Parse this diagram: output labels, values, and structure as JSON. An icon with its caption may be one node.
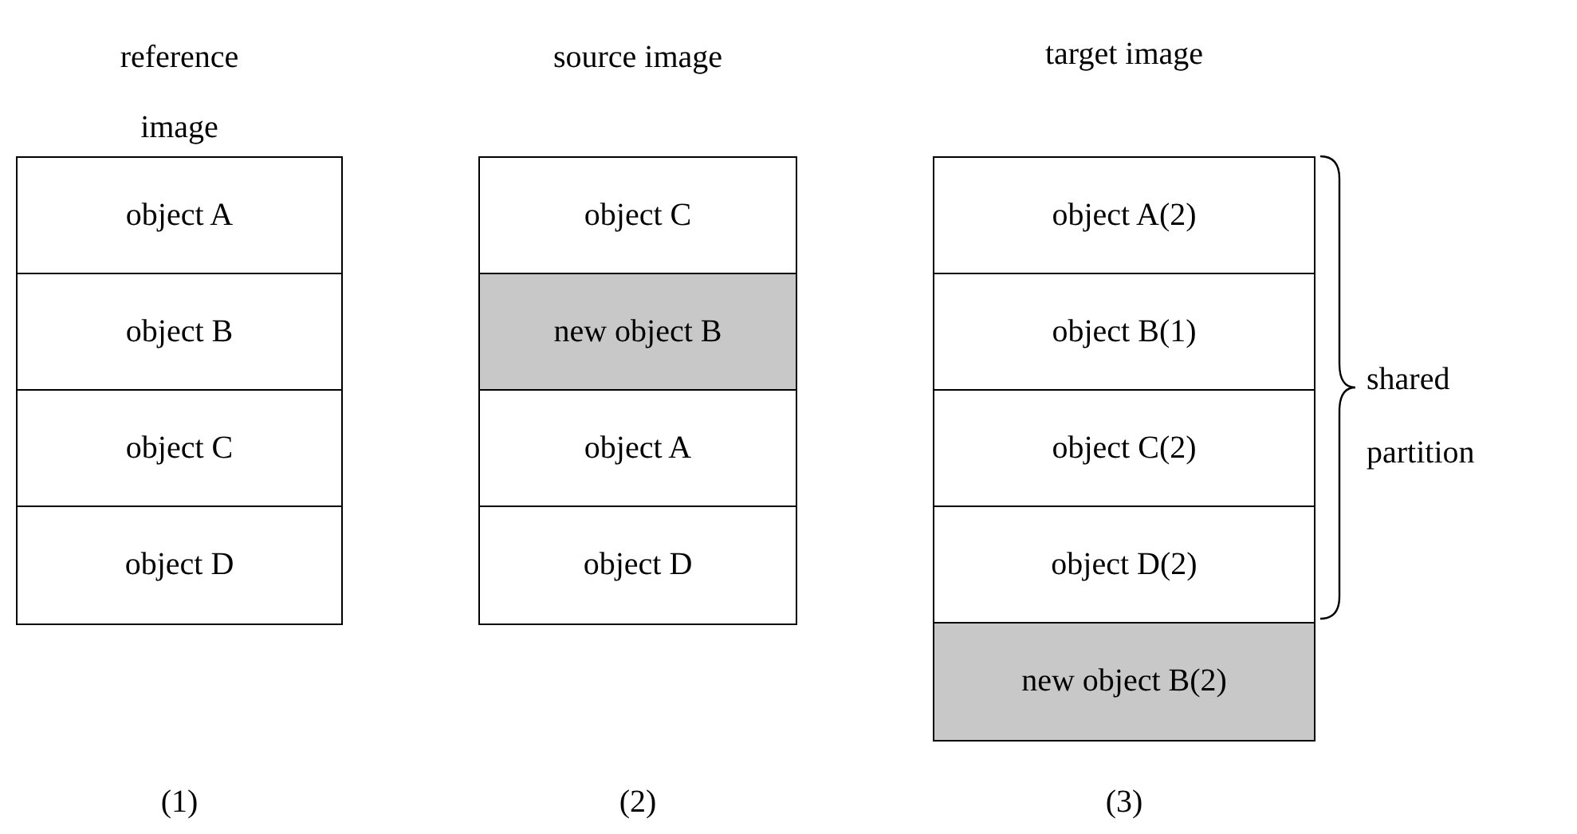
{
  "diagram": {
    "nodes": [
      {
        "text": [
          "reference image"
        ]
      },
      {
        "text": [
          "object A"
        ],
        "in": 0
      },
      {
        "text": [
          "object B"
        ],
        "in": 0
      },
      {
        "text": [
          "object C"
        ],
        "in": 0
      },
      {
        "text": [
          "object D"
        ],
        "in": 0
      },
      {
        "text": [
          "source image"
        ]
      },
      {
        "text": [
          "object C"
        ],
        "in": 5
      },
      {
        "text": [
          "new object B"
        ],
        "in": 5
      },
      {
        "text": [
          "object A"
        ],
        "in": 5
      },
      {
        "text": [
          "object D"
        ],
        "in": 5
      },
      {
        "text": [
          "target image"
        ]
      },
      {
        "text": [
          "object A(2)"
        ],
        "in": 10
      },
      {
        "text": [
          "object B(1)"
        ],
        "in": 10
      },
      {
        "text": [
          "object C(2)"
        ],
        "in": 10
      },
      {
        "text": [
          "object D(2)"
        ],
        "in": 10
      },
      {
        "text": [
          "new object B(2)"
        ],
        "in": 10
      }
    ],
    "labels": [
      "shared partition",
      "(1)",
      "(2)",
      "(3)"
    ]
  }
}
